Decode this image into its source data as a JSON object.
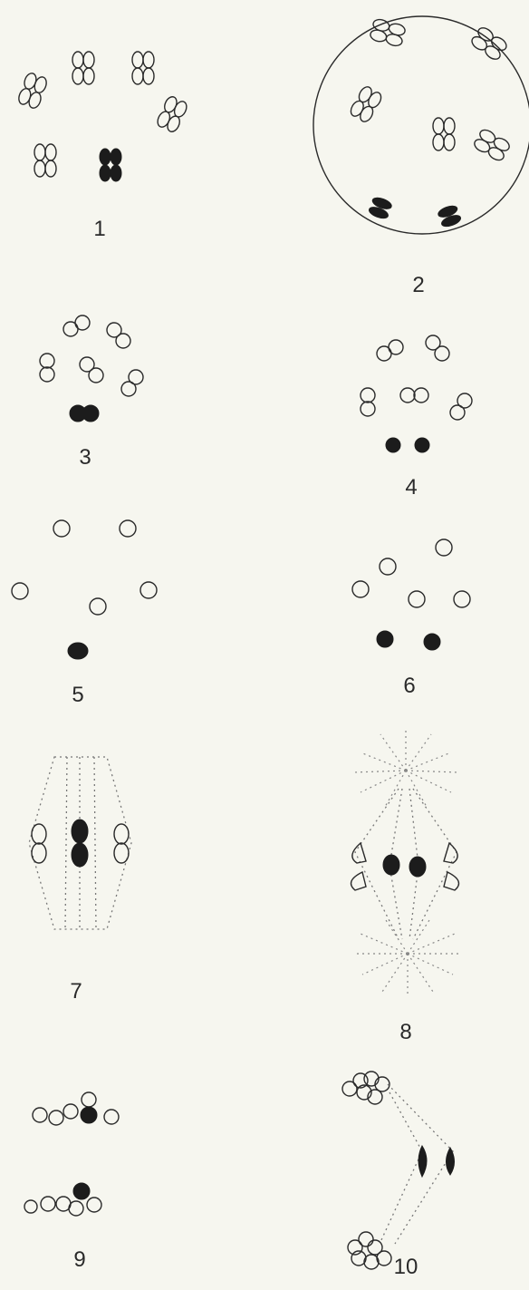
{
  "figure": {
    "panels": [
      {
        "id": "1",
        "label": "1"
      },
      {
        "id": "2",
        "label": "2"
      },
      {
        "id": "3",
        "label": "3"
      },
      {
        "id": "4",
        "label": "4"
      },
      {
        "id": "5",
        "label": "5"
      },
      {
        "id": "6",
        "label": "6"
      },
      {
        "id": "7",
        "label": "7"
      },
      {
        "id": "8",
        "label": "8"
      },
      {
        "id": "9",
        "label": "9"
      },
      {
        "id": "10",
        "label": "10"
      }
    ]
  }
}
